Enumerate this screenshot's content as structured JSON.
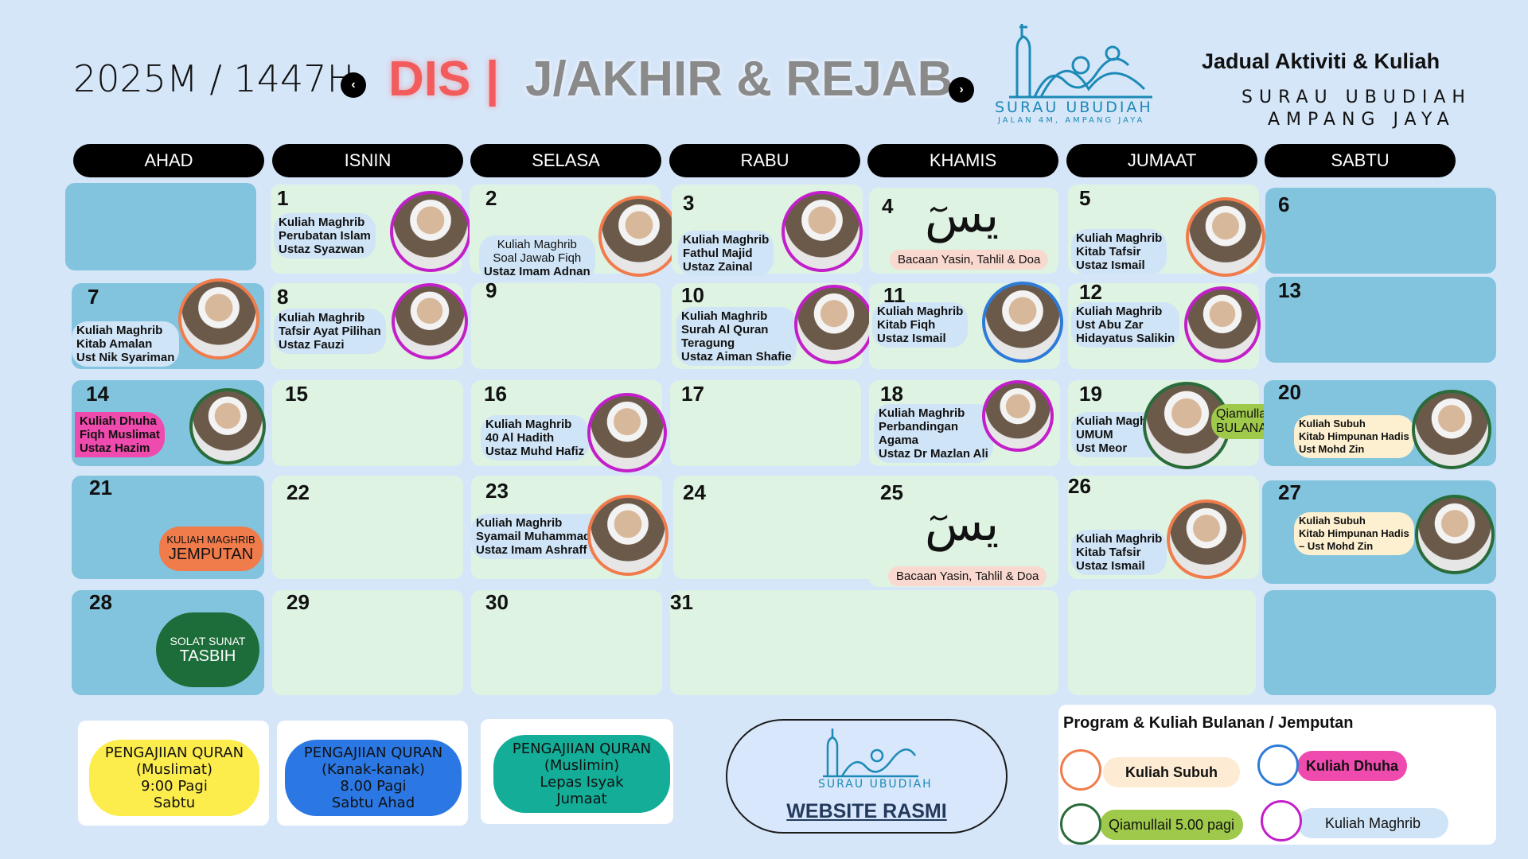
{
  "header": {
    "year": "2025M / 1447H",
    "month_part1": "DIS",
    "separator": "|",
    "month_part2": "J/AKHIR & REJAB",
    "prev_icon": "‹",
    "next_icon": "›",
    "logo_name": "SURAU UBUDIAH",
    "logo_address": "JALAN 4M, AMPANG JAYA",
    "title": "Jadual Aktiviti  & Kuliah",
    "subtitle_line1": "SURAU UBUDIAH",
    "subtitle_line2": "AMPANG JAYA"
  },
  "days": [
    "AHAD",
    "ISNIN",
    "SELASA",
    "RABU",
    "KHAMIS",
    "JUMAAT",
    "SABTU"
  ],
  "dates": [
    "1",
    "2",
    "3",
    "4",
    "5",
    "6",
    "7",
    "8",
    "9",
    "10",
    "11",
    "12",
    "13",
    "14",
    "15",
    "16",
    "17",
    "18",
    "19",
    "20",
    "21",
    "22",
    "23",
    "24",
    "25",
    "26",
    "27",
    "28",
    "29",
    "30",
    "31"
  ],
  "events": {
    "d1": [
      "Kuliah Maghrib",
      "Perubatan Islam",
      "Ustaz Syazwan"
    ],
    "d2": [
      "Kuliah Maghrib",
      "Soal Jawab Fiqh",
      "Ustaz Imam Adnan"
    ],
    "d3": [
      "Kuliah Maghrib",
      "Fathul  Majid",
      "Ustaz Zainal"
    ],
    "d4": "Bacaan Yasin, Tahlil & Doa",
    "d5": [
      "Kuliah Maghrib",
      "Kitab Tafsir",
      "Ustaz Ismail"
    ],
    "d7": [
      "Kuliah Maghrib",
      "Kitab Amalan",
      "Ust Nik Syariman"
    ],
    "d8": [
      "Kuliah Maghrib",
      "Tafsir Ayat Pilihan",
      "Ustaz Fauzi"
    ],
    "d10": [
      "Kuliah Maghrib",
      "Surah Al Quran",
      "Teragung",
      "Ustaz Aiman Shafie"
    ],
    "d11": [
      "Kuliah Maghrib",
      "Kitab Fiqh",
      "Ustaz Ismail"
    ],
    "d12": [
      "Kuliah Maghrib",
      "Ust Abu Zar",
      "Hidayatus Salikin"
    ],
    "d14": [
      "Kuliah Dhuha",
      "Fiqh Muslimat",
      "Ustaz  Hazim"
    ],
    "d16": [
      "Kuliah Maghrib",
      "40 Al Hadith",
      "Ustaz Muhd Hafiz"
    ],
    "d18": [
      "Kuliah Maghrib",
      "Perbandingan",
      "Agama",
      "Ustaz Dr Mazlan Ali"
    ],
    "d19": [
      "Kuliah Maghrib",
      "UMUM",
      "Ust Meor"
    ],
    "d19b": [
      "Qiamullail",
      "BULANAN"
    ],
    "d20": [
      "Kuliah Subuh",
      "Kitab Himpunan Hadis",
      "Ust Mohd Zin"
    ],
    "d21": [
      "KULIAH MAGHRIB",
      "JEMPUTAN"
    ],
    "d23": [
      "Kuliah Maghrib",
      "Syamail Muhammadiyah",
      "Ustaz Imam Ashraff"
    ],
    "d25": "Bacaan Yasin, Tahlil & Doa",
    "d26": [
      "Kuliah Maghrib",
      "Kitab Tafsir",
      "Ustaz Ismail"
    ],
    "d27": [
      "Kuliah Subuh",
      "Kitab Himpunan Hadis",
      "– Ust Mohd Zin"
    ],
    "d28": [
      "SOLAT SUNAT",
      "TASBIH"
    ]
  },
  "yasin_glyph": "يسٓ",
  "quran_classes": [
    [
      "PENGAJIIAN  QURAN",
      "(Muslimat)",
      "9:00 Pagi",
      "Sabtu"
    ],
    [
      "PENGAJIIAN  QURAN",
      "(Kanak-kanak)",
      "8.00 Pagi",
      "Sabtu Ahad"
    ],
    [
      "PENGAJIIAN  QURAN",
      "(Muslimin)",
      "Lepas Isyak",
      "Jumaat"
    ]
  ],
  "website_label": "WEBSITE RASMI",
  "legend": {
    "title": "Program & Kuliah Bulanan / Jemputan",
    "items": [
      "Kuliah Subuh",
      "Kuliah Dhuha",
      "Qiamullail 5.00 pagi",
      "Kuliah Maghrib"
    ]
  },
  "colors": {
    "background": "#d6e6f9",
    "weekday_cell": "#dff3e3",
    "weekend_cell": "#82c4dd",
    "subuh": "#f07c4c",
    "dhuha": "#e94fb5",
    "qiamullail": "#2a6b3a",
    "maghrib": "#c21fc9"
  }
}
